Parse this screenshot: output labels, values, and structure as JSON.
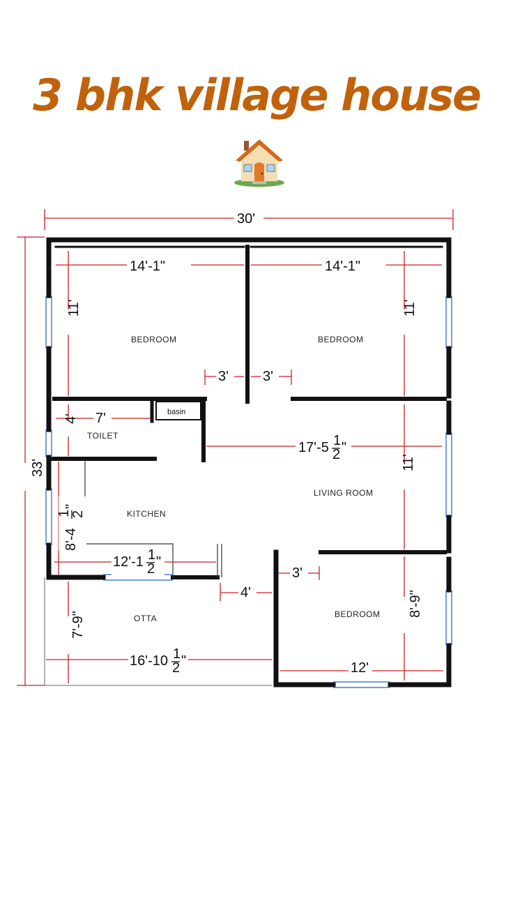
{
  "title": "3 bhk village house",
  "icon": "house-emoji-icon",
  "colors": {
    "title": "#c0620b",
    "dimension_line": "#cc1f1f",
    "wall": "#111111",
    "window": "#4a7fd1"
  },
  "rooms": {
    "bedroom_top_left": "BEDROOM",
    "bedroom_top_right": "BEDROOM",
    "toilet": "TOILET",
    "basin": "basin",
    "kitchen": "KITCHEN",
    "living_room": "LIVING ROOM",
    "otta": "OTTA",
    "bedroom_bottom_right": "BEDROOM"
  },
  "dimensions": {
    "overall_width": "30'",
    "overall_height": "33'",
    "bed_tl_width": "14'-1\"",
    "bed_tl_height": "11'",
    "bed_tr_width": "14'-1\"",
    "bed_tr_height": "11'",
    "door_left": "3'",
    "door_right": "3'",
    "toilet_width": "7'",
    "toilet_height": "4'",
    "living_width_main": "17'-5",
    "living_width_frac_num": "1",
    "living_width_frac_den": "2",
    "living_width_suffix": "\"",
    "living_height": "11'",
    "kitchen_height_main": "8'-4",
    "kitchen_height_frac_num": "1",
    "kitchen_height_frac_den": "2",
    "kitchen_height_suffix": "\"",
    "kitchen_width_main": "12'-1",
    "kitchen_width_frac_num": "1",
    "kitchen_width_frac_den": "2",
    "kitchen_width_suffix": "\"",
    "bed_br_door": "3'",
    "otta_opening": "4'",
    "otta_height": "7'-9\"",
    "otta_width_main": "16'-10",
    "otta_width_frac_num": "1",
    "otta_width_frac_den": "2",
    "otta_width_suffix": "\"",
    "bed_br_height": "8'-9\"",
    "bed_br_width": "12'"
  }
}
